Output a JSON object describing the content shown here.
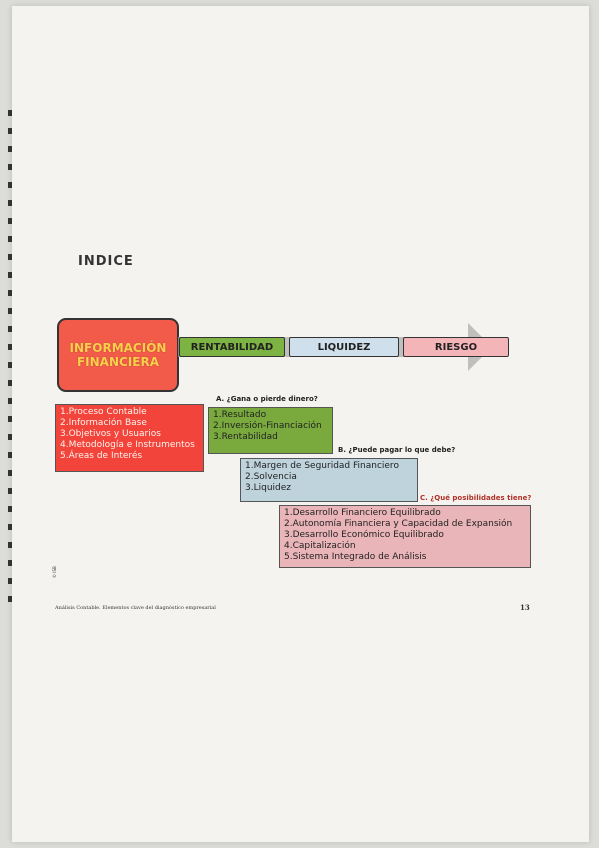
{
  "title": "INDICE",
  "header_box": [
    "INFORMACIÓN",
    "FINANCIERA"
  ],
  "tags": {
    "rentabilidad": "RENTABILIDAD",
    "liquidez": "LIQUIDEZ",
    "riesgo": "RIESGO"
  },
  "questions": {
    "a": "A. ¿Gana o pierde dinero?",
    "b": "B. ¿Puede pagar lo que debe?",
    "c": "C. ¿Qué posibilidades tiene?"
  },
  "lists": {
    "info": [
      "1.Proceso Contable",
      "2.Información Base",
      "3.Objetivos y Usuarios",
      "4.Metodología e Instrumentos",
      "5.Áreas de Interés"
    ],
    "rentabilidad": [
      "1.Resultado",
      "2.Inversión-Financiación",
      "3.Rentabilidad"
    ],
    "liquidez": [
      "1.Margen de Seguridad Financiero",
      "2.Solvencia",
      "3.Liquidez"
    ],
    "riesgo": [
      "1.Desarrollo Financiero Equilibrado",
      "2.Autonomía Financiera y Capacidad de Expansión",
      "3.Desarrollo Económico Equilibrado",
      "4.Capitalización",
      "5.Sistema Integrado de Análisis"
    ]
  },
  "footer": "Análisis Contable. Elementos clave del diagnóstico empresarial",
  "page_number": "13",
  "side_mark": "© ISB",
  "colors": {
    "info": "#f25a4a",
    "rentabilidad": "#7cb342",
    "liquidez": "#cfe0ec",
    "riesgo": "#f3b5b8"
  }
}
